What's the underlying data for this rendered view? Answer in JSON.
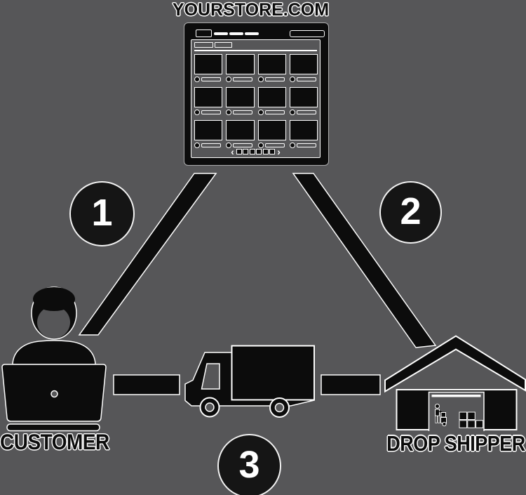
{
  "colors": {
    "background": "#565658",
    "ink": "#0c0c0c",
    "outline": "#fdfdfd"
  },
  "store": {
    "title": "YOURSTORE.COM",
    "grid": {
      "rows": 3,
      "cols": 4
    },
    "pagination": {
      "prev": "‹",
      "next": "›",
      "pages": 6
    }
  },
  "steps": [
    {
      "label": "1"
    },
    {
      "label": "2"
    },
    {
      "label": "3"
    }
  ],
  "actors": {
    "customer": {
      "label": "CUSTOMER"
    },
    "drop_shipper": {
      "label": "DROP SHIPPER"
    }
  }
}
